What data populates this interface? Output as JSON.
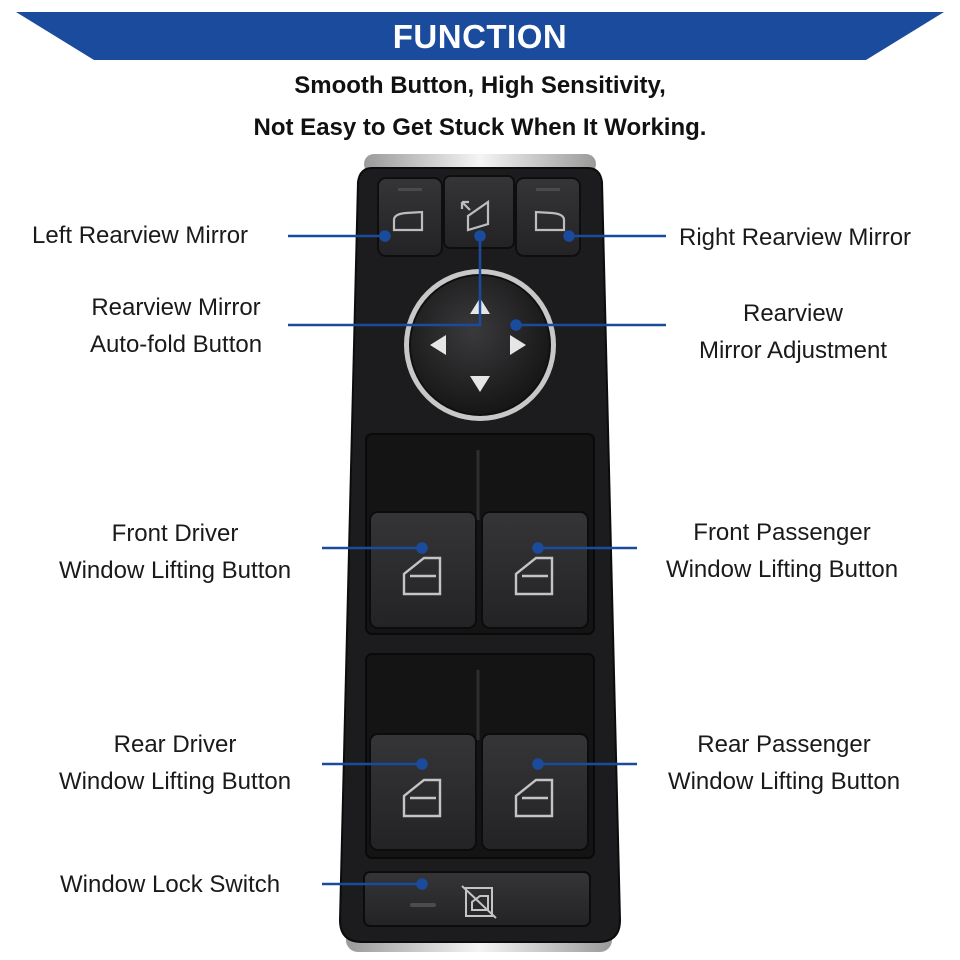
{
  "banner": {
    "title": "FUNCTION",
    "color": "#1a4b9c"
  },
  "subtitle": {
    "line1": "Smooth Button, High Sensitivity,",
    "line2": "Not Easy to Get Stuck When It Working."
  },
  "callouts": {
    "left_mirror": "Left Rearview Mirror",
    "right_mirror": "Right Rearview Mirror",
    "autofold_l1": "Rearview Mirror",
    "autofold_l2": "Auto-fold Button",
    "adjust_l1": "Rearview",
    "adjust_l2": "Mirror Adjustment",
    "front_driver_l1": "Front Driver",
    "front_driver_l2": "Window Lifting Button",
    "front_pass_l1": "Front Passenger",
    "front_pass_l2": "Window Lifting Button",
    "rear_driver_l1": "Rear Driver",
    "rear_driver_l2": "Window Lifting Button",
    "rear_pass_l1": "Rear Passenger",
    "rear_pass_l2": "Window Lifting Button",
    "lock": "Window Lock Switch"
  },
  "colors": {
    "line": "#1a4b9c",
    "panel": "#1c1c1e",
    "button": "#2a2a2c"
  },
  "icons": [
    "mirror-left-icon",
    "mirror-fold-icon",
    "mirror-right-icon",
    "arrow-up-icon",
    "arrow-down-icon",
    "arrow-left-icon",
    "arrow-right-icon",
    "window-icon",
    "window-lock-icon"
  ]
}
